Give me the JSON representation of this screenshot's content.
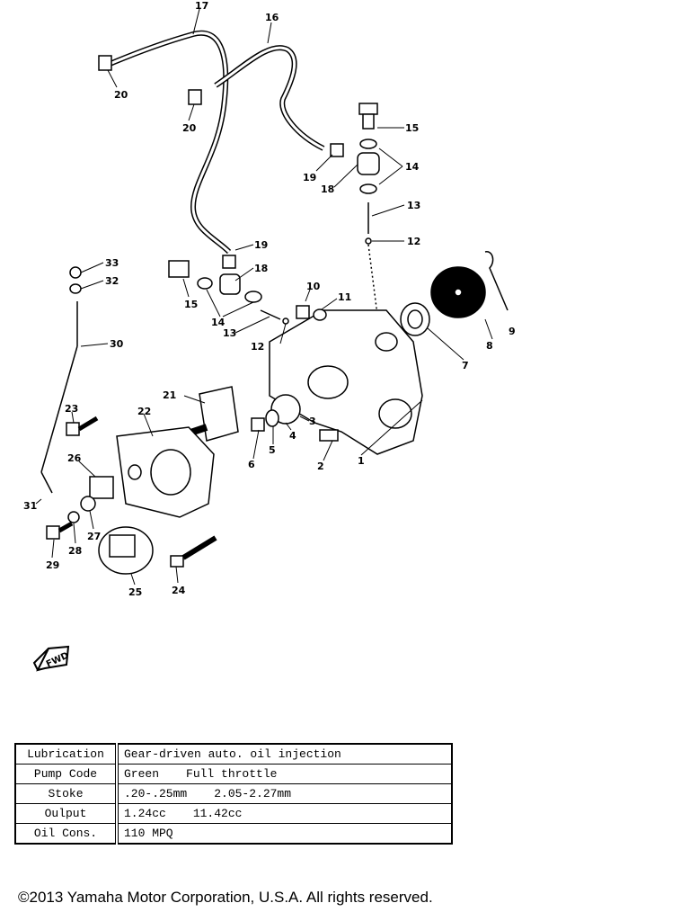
{
  "diagram": {
    "callouts": [
      "1",
      "2",
      "3",
      "4",
      "5",
      "6",
      "7",
      "8",
      "9",
      "10",
      "11",
      "12",
      "12",
      "13",
      "13",
      "14",
      "14",
      "15",
      "15",
      "16",
      "17",
      "18",
      "18",
      "19",
      "19",
      "20",
      "20",
      "21",
      "22",
      "23",
      "24",
      "25",
      "26",
      "27",
      "28",
      "29",
      "30",
      "31",
      "32",
      "33"
    ],
    "fwd_mark": "FWD"
  },
  "spec_table": {
    "rows": [
      {
        "label": "Lubrication",
        "value": "Gear-driven auto. oil injection",
        "value2": ""
      },
      {
        "label": "Pump Code",
        "value": "Green",
        "value2": "Full throttle"
      },
      {
        "label": "Stoke",
        "value": ".20-.25mm",
        "value2": "2.05-2.27mm"
      },
      {
        "label": "Oulput",
        "value": "1.24cc",
        "value2": "11.42cc"
      },
      {
        "label": "Oil Cons.",
        "value": "110 MPQ",
        "value2": ""
      }
    ]
  },
  "copyright": "©2013 Yamaha Motor Corporation, U.S.A. All rights reserved."
}
